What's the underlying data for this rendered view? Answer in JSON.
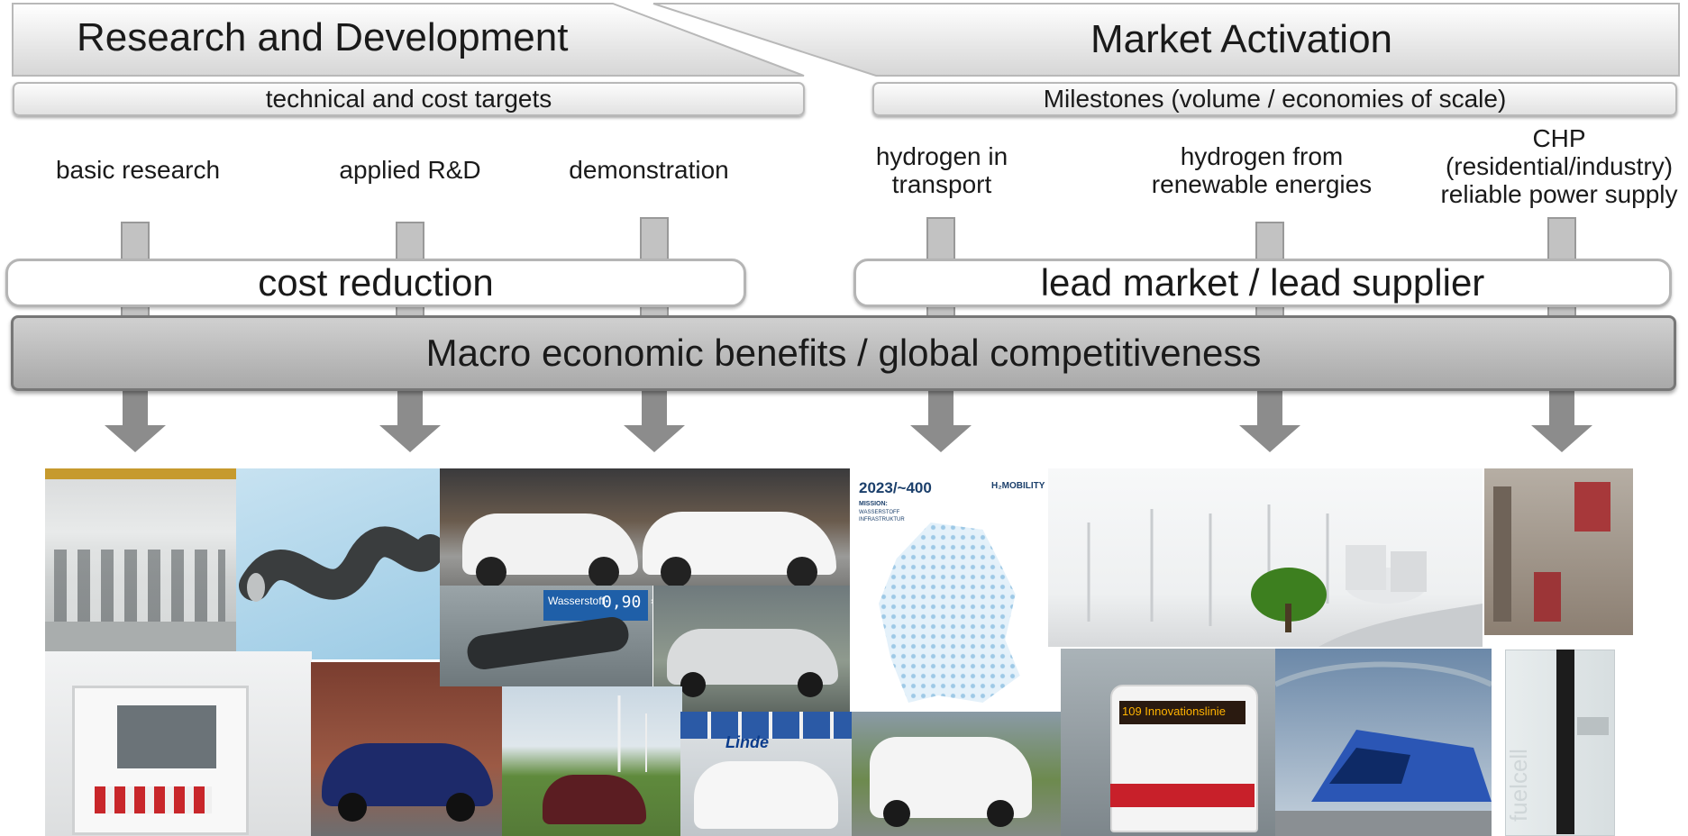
{
  "header": {
    "left_title": "Research and Development",
    "right_title": "Market Activation"
  },
  "subheaders": {
    "left": "technical and cost targets",
    "right": "Milestones (volume / economies of scale)"
  },
  "columns": {
    "basic_research": "basic research",
    "applied_rd": "applied R&D",
    "demonstration": "demonstration",
    "hydrogen_transport": [
      "hydrogen in",
      "transport"
    ],
    "hydrogen_renewables": [
      "hydrogen from",
      "renewable energies"
    ],
    "chp": [
      "CHP",
      "(residential/industry)",
      "reliable power supply"
    ]
  },
  "pills": {
    "cost_reduction": "cost reduction",
    "lead_market": "lead market / lead supplier"
  },
  "macro_bar": "Macro economic benefits / global competitiveness",
  "photos": {
    "map_year": "2023/~400",
    "map_brand": "H₂MOBILITY",
    "map_mission": "MISSION:",
    "map_subtitle": "WASSERSTOFF INFRASTRUKTUR",
    "pump_label": "Wasserstoff",
    "pump_price": "0,90 €",
    "bus_sign": "109 Innovationslinie",
    "van_brand": "Linde",
    "fuelcell_label": "fuelcell"
  },
  "colors": {
    "arrow_gray": "#8c8c8c",
    "bar_gray": "#b8b8b8"
  }
}
